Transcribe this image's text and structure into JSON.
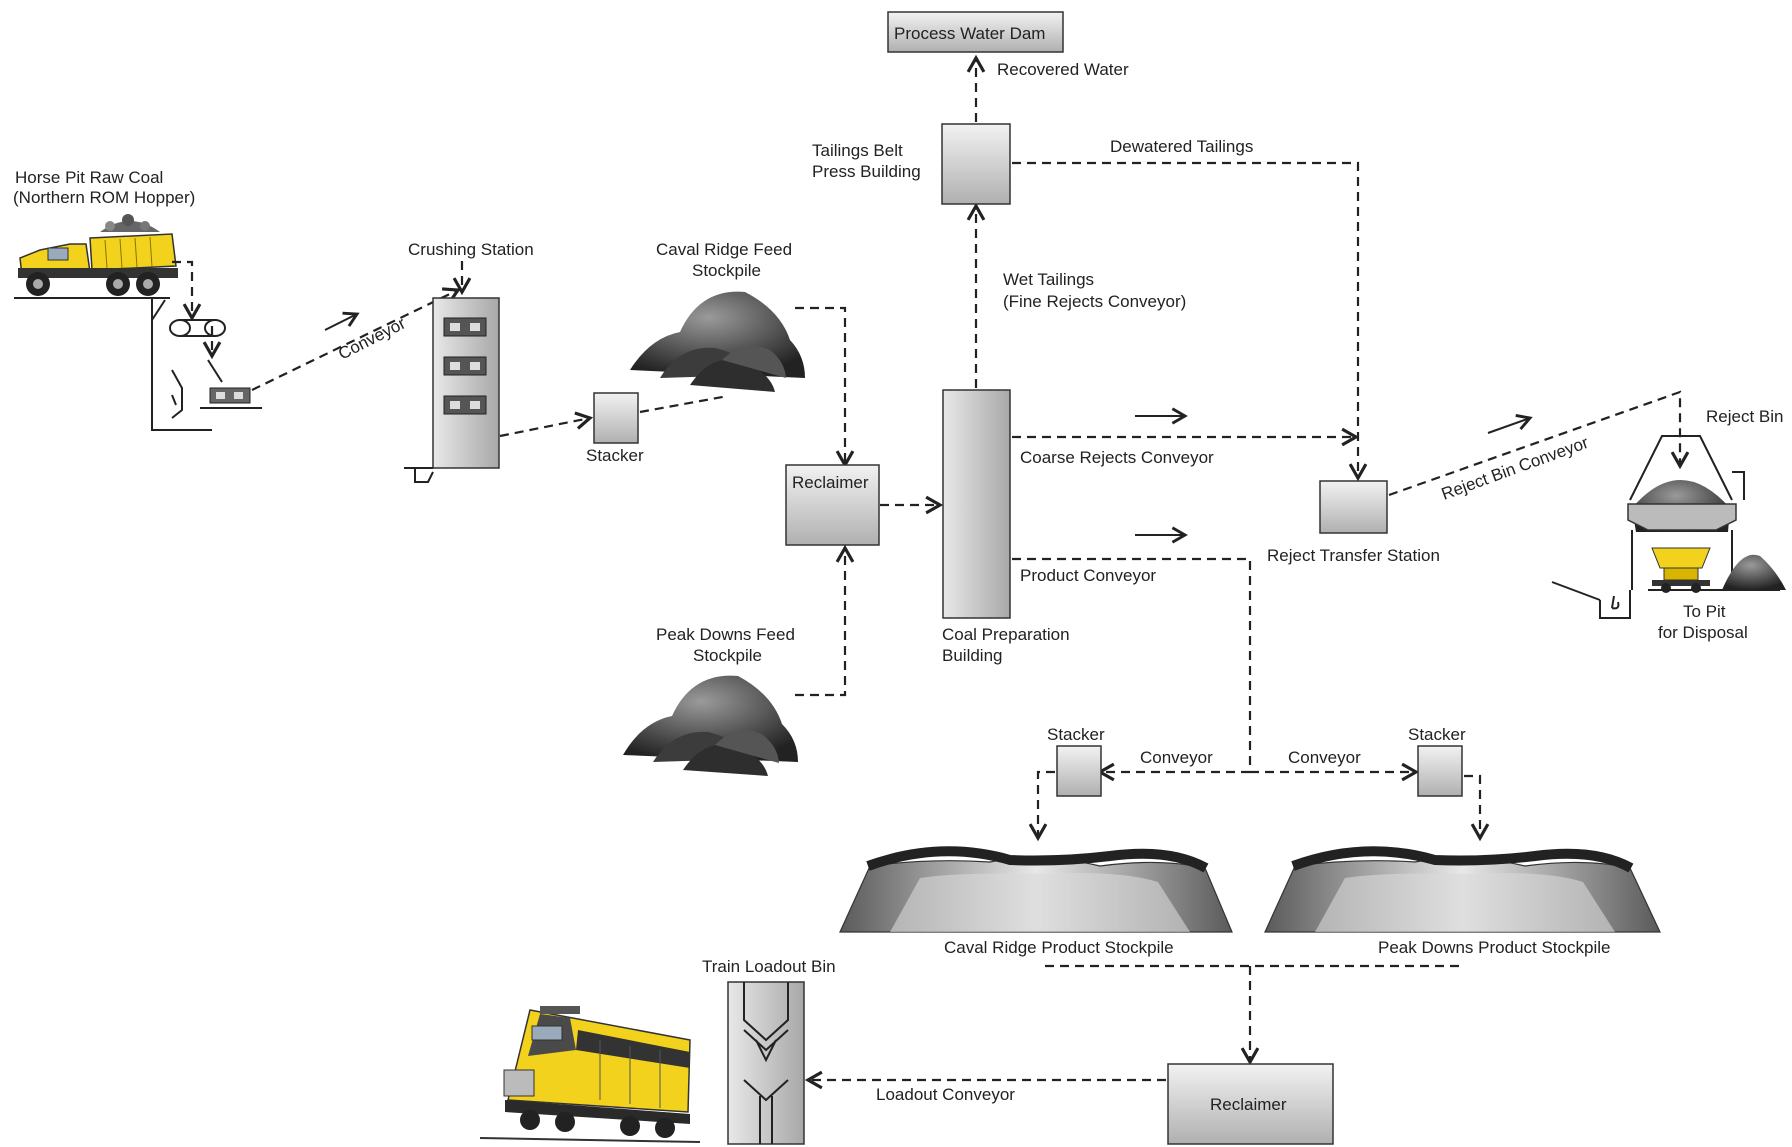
{
  "labels": {
    "horse_pit_1": "Horse Pit Raw Coal",
    "horse_pit_2": "(Northern ROM Hopper)",
    "crushing_station": "Crushing Station",
    "conveyor_diag": "Conveyor",
    "caval_feed_1": "Caval Ridge Feed",
    "caval_feed_2": "Stockpile",
    "stacker_1": "Stacker",
    "reclaimer_top": "Reclaimer",
    "peak_feed_1": "Peak Downs Feed",
    "peak_feed_2": "Stockpile",
    "process_water_dam": "Process Water Dam",
    "recovered_water": "Recovered Water",
    "tailings_1": "Tailings Belt",
    "tailings_2": "Press Building",
    "dewatered_tailings": "Dewatered Tailings",
    "wet_tailings_1": "Wet Tailings",
    "wet_tailings_2": "(Fine Rejects Conveyor)",
    "coarse_rejects": "Coarse Rejects Conveyor",
    "product_conveyor": "Product Conveyor",
    "coal_prep_1": "Coal Preparation",
    "coal_prep_2": "Building",
    "reject_transfer": "Reject Transfer Station",
    "reject_bin_conveyor": "Reject Bin Conveyor",
    "reject_bin": "Reject Bin",
    "to_pit_1": "To Pit",
    "to_pit_2": "for Disposal",
    "stacker_left": "Stacker",
    "stacker_right": "Stacker",
    "conveyor_left": "Conveyor",
    "conveyor_right": "Conveyor",
    "caval_product": "Caval Ridge Product Stockpile",
    "peak_product": "Peak Downs Product Stockpile",
    "train_loadout": "Train Loadout Bin",
    "loadout_conveyor": "Loadout Conveyor",
    "reclaimer_bottom": "Reclaimer"
  },
  "colors": {
    "vehicle_yellow": "#f2d21c",
    "coal_dark": "#4a4a4a",
    "box_gradient_light": "#eeeeee",
    "box_gradient_dark": "#b5b5b5"
  },
  "icons": [
    "dump-truck-icon",
    "locomotive-icon",
    "coal-pile-icon",
    "hopper-icon"
  ]
}
